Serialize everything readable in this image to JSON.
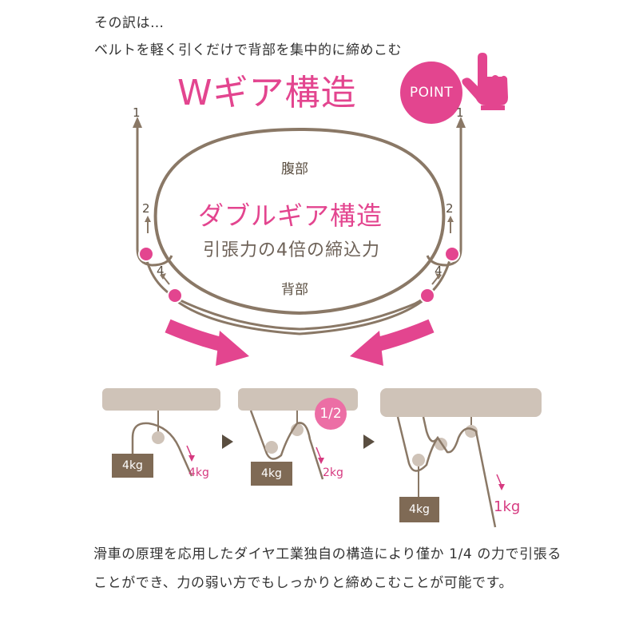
{
  "intro": {
    "line1": "その訳は…",
    "line2": "ベルトを軽く引くだけで背部を集中的に締めこむ"
  },
  "title": "Wギア構造",
  "point_badge": "POINT",
  "diagram": {
    "belly": "腹部",
    "back": "背部",
    "heading": "ダブルギア構造",
    "subheading": "引張力の4倍の締込力",
    "left_labels": [
      "1",
      "2",
      "4"
    ],
    "right_labels": [
      "1",
      "2",
      "4"
    ]
  },
  "pulleys": {
    "half_badge": "1/2",
    "panel1": {
      "weight": "4kg",
      "force": "4kg"
    },
    "panel2": {
      "weight": "4kg",
      "force": "2kg"
    },
    "panel3": {
      "weight": "4kg",
      "force": "1kg"
    }
  },
  "bottom_text": "滑車の原理を応用したダイヤ工業独自の構造により僅か 1/4 の力で引張ることができ、力の弱い方でもしっかりと締めこむことが可能です。",
  "colors": {
    "accent": "#e3458f",
    "rope": "#8a7866",
    "beam": "#cfc3b8",
    "weight": "#7f6a55"
  }
}
